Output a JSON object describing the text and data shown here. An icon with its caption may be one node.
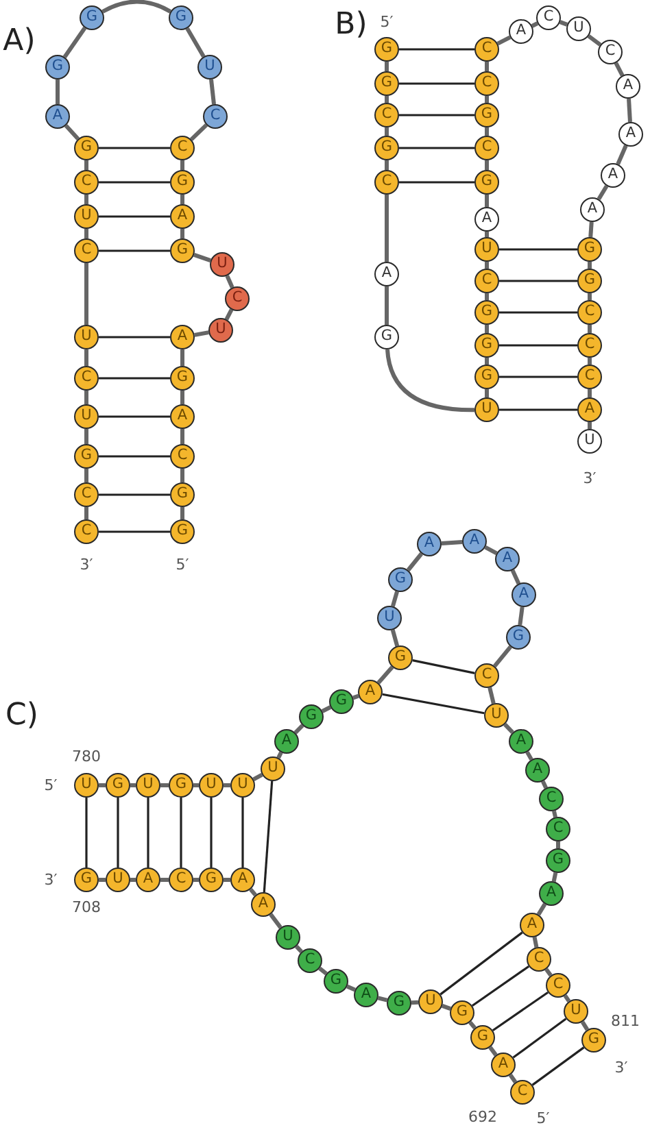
{
  "diagram": {
    "nodes": [
      {
        "text": [
          "G"
        ]
      },
      {
        "text": [
          "G"
        ]
      },
      {
        "text": [
          "C"
        ]
      },
      {
        "text": [
          "A"
        ]
      },
      {
        "text": [
          "G"
        ]
      },
      {
        "text": [
          "A"
        ]
      },
      {
        "text": [
          "U"
        ]
      },
      {
        "text": [
          "C"
        ]
      },
      {
        "text": [
          "U"
        ]
      },
      {
        "text": [
          "G"
        ]
      },
      {
        "text": [
          "A"
        ]
      },
      {
        "text": [
          "G"
        ]
      },
      {
        "text": [
          "C"
        ]
      },
      {
        "text": [
          "C"
        ]
      },
      {
        "text": [
          "U"
        ]
      },
      {
        "text": [
          "G"
        ]
      },
      {
        "text": [
          "G"
        ]
      },
      {
        "text": [
          "G"
        ]
      },
      {
        "text": [
          "A"
        ]
      },
      {
        "text": [
          "G"
        ]
      },
      {
        "text": [
          "C"
        ]
      },
      {
        "text": [
          "U"
        ]
      },
      {
        "text": [
          "C"
        ]
      },
      {
        "text": [
          "U"
        ]
      },
      {
        "text": [
          "C"
        ]
      },
      {
        "text": [
          "U"
        ]
      },
      {
        "text": [
          "G"
        ]
      },
      {
        "text": [
          "C"
        ]
      },
      {
        "text": [
          "C"
        ]
      },
      {
        "text": [
          "G"
        ]
      },
      {
        "text": [
          "G"
        ]
      },
      {
        "text": [
          "C"
        ]
      },
      {
        "text": [
          "G"
        ]
      },
      {
        "text": [
          "C"
        ]
      },
      {
        "text": [
          "A"
        ]
      },
      {
        "text": [
          "G"
        ]
      },
      {
        "text": [
          "U"
        ]
      },
      {
        "text": [
          "G"
        ]
      },
      {
        "text": [
          "G"
        ]
      },
      {
        "text": [
          "G"
        ]
      },
      {
        "text": [
          "C"
        ]
      },
      {
        "text": [
          "U"
        ]
      },
      {
        "text": [
          "A"
        ]
      },
      {
        "text": [
          "G"
        ]
      },
      {
        "text": [
          "C"
        ]
      },
      {
        "text": [
          "G"
        ]
      },
      {
        "text": [
          "C"
        ]
      },
      {
        "text": [
          "C"
        ]
      },
      {
        "text": [
          "A"
        ]
      },
      {
        "text": [
          "C"
        ]
      },
      {
        "text": [
          "U"
        ]
      },
      {
        "text": [
          "C"
        ]
      },
      {
        "text": [
          "A"
        ]
      },
      {
        "text": [
          "A"
        ]
      },
      {
        "text": [
          "A"
        ]
      },
      {
        "text": [
          "A"
        ]
      },
      {
        "text": [
          "G"
        ]
      },
      {
        "text": [
          "G"
        ]
      },
      {
        "text": [
          "C"
        ]
      },
      {
        "text": [
          "C"
        ]
      },
      {
        "text": [
          "C"
        ]
      },
      {
        "text": [
          "A"
        ]
      },
      {
        "text": [
          "U"
        ]
      },
      {
        "text": [
          "C"
        ]
      },
      {
        "text": [
          "A"
        ]
      },
      {
        "text": [
          "G"
        ]
      },
      {
        "text": [
          "G"
        ]
      },
      {
        "text": [
          "U"
        ]
      },
      {
        "text": [
          "G"
        ]
      },
      {
        "text": [
          "A"
        ]
      },
      {
        "text": [
          "G"
        ]
      },
      {
        "text": [
          "C"
        ]
      },
      {
        "text": [
          "U"
        ]
      },
      {
        "text": [
          "A"
        ]
      },
      {
        "text": [
          "A"
        ]
      },
      {
        "text": [
          "G"
        ]
      },
      {
        "text": [
          "C"
        ]
      },
      {
        "text": [
          "A"
        ]
      },
      {
        "text": [
          "U"
        ]
      },
      {
        "text": [
          "G"
        ]
      },
      {
        "text": [
          "U"
        ]
      },
      {
        "text": [
          "G"
        ]
      },
      {
        "text": [
          "U"
        ]
      },
      {
        "text": [
          "G"
        ]
      },
      {
        "text": [
          "U"
        ]
      },
      {
        "text": [
          "U"
        ]
      },
      {
        "text": [
          "U"
        ]
      },
      {
        "text": [
          "A"
        ]
      },
      {
        "text": [
          "G"
        ]
      },
      {
        "text": [
          "G"
        ]
      },
      {
        "text": [
          "A"
        ]
      },
      {
        "text": [
          "G"
        ]
      },
      {
        "text": [
          "U"
        ]
      },
      {
        "text": [
          "G"
        ]
      },
      {
        "text": [
          "A"
        ]
      },
      {
        "text": [
          "A"
        ]
      },
      {
        "text": [
          "A"
        ]
      },
      {
        "text": [
          "A"
        ]
      },
      {
        "text": [
          "G"
        ]
      },
      {
        "text": [
          "C"
        ]
      },
      {
        "text": [
          "U"
        ]
      },
      {
        "text": [
          "A"
        ]
      },
      {
        "text": [
          "A"
        ]
      },
      {
        "text": [
          "C"
        ]
      },
      {
        "text": [
          "C"
        ]
      },
      {
        "text": [
          "G"
        ]
      },
      {
        "text": [
          "A"
        ]
      },
      {
        "text": [
          "A"
        ]
      },
      {
        "text": [
          "C"
        ]
      },
      {
        "text": [
          "C"
        ]
      },
      {
        "text": [
          "U"
        ]
      },
      {
        "text": [
          "G"
        ]
      }
    ],
    "edges": [
      {
        "from": 0,
        "to": 1,
        "arrow": "none"
      },
      {
        "from": 1,
        "to": 2,
        "arrow": "none"
      },
      {
        "from": 2,
        "to": 3,
        "arrow": "none"
      },
      {
        "from": 3,
        "to": 4,
        "arrow": "none"
      },
      {
        "from": 4,
        "to": 5,
        "arrow": "none"
      },
      {
        "from": 5,
        "to": 6,
        "arrow": "none"
      },
      {
        "from": 6,
        "to": 7,
        "arrow": "none"
      },
      {
        "from": 7,
        "to": 8,
        "arrow": "none"
      },
      {
        "from": 8,
        "to": 9,
        "arrow": "none"
      },
      {
        "from": 9,
        "to": 10,
        "arrow": "none"
      },
      {
        "from": 10,
        "to": 11,
        "arrow": "none"
      },
      {
        "from": 11,
        "to": 12,
        "arrow": "none"
      },
      {
        "from": 12,
        "to": 13,
        "arrow": "none"
      },
      {
        "from": 13,
        "to": 14,
        "arrow": "none"
      },
      {
        "from": 14,
        "to": 15,
        "arrow": "none"
      },
      {
        "from": 15,
        "to": 16,
        "arrow": "none"
      },
      {
        "from": 16,
        "to": 17,
        "arrow": "none"
      },
      {
        "from": 17,
        "to": 18,
        "arrow": "none"
      },
      {
        "from": 18,
        "to": 19,
        "arrow": "none"
      },
      {
        "from": 19,
        "to": 20,
        "arrow": "none"
      },
      {
        "from": 20,
        "to": 21,
        "arrow": "none"
      },
      {
        "from": 21,
        "to": 22,
        "arrow": "none"
      },
      {
        "from": 22,
        "to": 23,
        "arrow": "none"
      },
      {
        "from": 23,
        "to": 24,
        "arrow": "none"
      },
      {
        "from": 24,
        "to": 25,
        "arrow": "none"
      },
      {
        "from": 25,
        "to": 26,
        "arrow": "none"
      },
      {
        "from": 26,
        "to": 27,
        "arrow": "none"
      },
      {
        "from": 27,
        "to": 28,
        "arrow": "none"
      },
      {
        "from": 19,
        "to": 12,
        "arrow": "none",
        "color": "#222222"
      },
      {
        "from": 20,
        "to": 11,
        "arrow": "none",
        "color": "#222222"
      },
      {
        "from": 21,
        "to": 10,
        "arrow": "none",
        "color": "#222222"
      },
      {
        "from": 22,
        "to": 9,
        "arrow": "none",
        "color": "#222222"
      },
      {
        "from": 23,
        "to": 5,
        "arrow": "none",
        "color": "#222222"
      },
      {
        "from": 24,
        "to": 4,
        "arrow": "none",
        "color": "#222222"
      },
      {
        "from": 25,
        "to": 3,
        "arrow": "none",
        "color": "#222222"
      },
      {
        "from": 26,
        "to": 2,
        "arrow": "none",
        "color": "#222222"
      },
      {
        "from": 27,
        "to": 1,
        "arrow": "none",
        "color": "#222222"
      },
      {
        "from": 28,
        "to": 0,
        "arrow": "none",
        "color": "#222222"
      },
      {
        "from": 29,
        "to": 30,
        "arrow": "none"
      },
      {
        "from": 30,
        "to": 31,
        "arrow": "none"
      },
      {
        "from": 31,
        "to": 32,
        "arrow": "none"
      },
      {
        "from": 32,
        "to": 33,
        "arrow": "none"
      },
      {
        "from": 33,
        "to": 34,
        "arrow": "none"
      },
      {
        "from": 34,
        "to": 35,
        "arrow": "none"
      },
      {
        "from": 35,
        "to": 36,
        "arrow": "none"
      },
      {
        "from": 36,
        "to": 37,
        "arrow": "none"
      },
      {
        "from": 37,
        "to": 38,
        "arrow": "none"
      },
      {
        "from": 38,
        "to": 39,
        "arrow": "none"
      },
      {
        "from": 39,
        "to": 40,
        "arrow": "none"
      },
      {
        "from": 40,
        "to": 41,
        "arrow": "none"
      },
      {
        "from": 41,
        "to": 42,
        "arrow": "none"
      },
      {
        "from": 42,
        "to": 43,
        "arrow": "none"
      },
      {
        "from": 43,
        "to": 44,
        "arrow": "none"
      },
      {
        "from": 44,
        "to": 45,
        "arrow": "none"
      },
      {
        "from": 45,
        "to": 46,
        "arrow": "none"
      },
      {
        "from": 46,
        "to": 47,
        "arrow": "none"
      },
      {
        "from": 47,
        "to": 48,
        "arrow": "none"
      },
      {
        "from": 48,
        "to": 49,
        "arrow": "none"
      },
      {
        "from": 49,
        "to": 50,
        "arrow": "none"
      },
      {
        "from": 50,
        "to": 51,
        "arrow": "none"
      },
      {
        "from": 51,
        "to": 52,
        "arrow": "none"
      },
      {
        "from": 52,
        "to": 53,
        "arrow": "none"
      },
      {
        "from": 53,
        "to": 54,
        "arrow": "none"
      },
      {
        "from": 54,
        "to": 55,
        "arrow": "none"
      },
      {
        "from": 55,
        "to": 56,
        "arrow": "none"
      },
      {
        "from": 56,
        "to": 57,
        "arrow": "none"
      },
      {
        "from": 57,
        "to": 58,
        "arrow": "none"
      },
      {
        "from": 58,
        "to": 59,
        "arrow": "none"
      },
      {
        "from": 59,
        "to": 60,
        "arrow": "none"
      },
      {
        "from": 60,
        "to": 61,
        "arrow": "none"
      },
      {
        "from": 61,
        "to": 62,
        "arrow": "none"
      },
      {
        "from": 29,
        "to": 47,
        "arrow": "none",
        "color": "#222222"
      },
      {
        "from": 30,
        "to": 46,
        "arrow": "none",
        "color": "#222222"
      },
      {
        "from": 31,
        "to": 45,
        "arrow": "none",
        "color": "#222222"
      },
      {
        "from": 32,
        "to": 44,
        "arrow": "none",
        "color": "#222222"
      },
      {
        "from": 33,
        "to": 43,
        "arrow": "none",
        "color": "#222222"
      },
      {
        "from": 41,
        "to": 56,
        "arrow": "none",
        "color": "#222222"
      },
      {
        "from": 40,
        "to": 57,
        "arrow": "none",
        "color": "#222222"
      },
      {
        "from": 39,
        "to": 58,
        "arrow": "none",
        "color": "#222222"
      },
      {
        "from": 38,
        "to": 59,
        "arrow": "none",
        "color": "#222222"
      },
      {
        "from": 37,
        "to": 60,
        "arrow": "none",
        "color": "#222222"
      },
      {
        "from": 36,
        "to": 61,
        "arrow": "none",
        "color": "#222222"
      },
      {
        "from": 63,
        "to": 64,
        "arrow": "none"
      },
      {
        "from": 64,
        "to": 65,
        "arrow": "none"
      },
      {
        "from": 65,
        "to": 66,
        "arrow": "none"
      },
      {
        "from": 66,
        "to": 67,
        "arrow": "none"
      },
      {
        "from": 67,
        "to": 68,
        "arrow": "none"
      },
      {
        "from": 68,
        "to": 69,
        "arrow": "none"
      },
      {
        "from": 69,
        "to": 70,
        "arrow": "none"
      },
      {
        "from": 70,
        "to": 71,
        "arrow": "none"
      },
      {
        "from": 71,
        "to": 72,
        "arrow": "none"
      },
      {
        "from": 72,
        "to": 73,
        "arrow": "none"
      },
      {
        "from": 73,
        "to": 74,
        "arrow": "none"
      },
      {
        "from": 74,
        "to": 75,
        "arrow": "none"
      },
      {
        "from": 75,
        "to": 76,
        "arrow": "none"
      },
      {
        "from": 76,
        "to": 77,
        "arrow": "none"
      },
      {
        "from": 77,
        "to": 78,
        "arrow": "none"
      },
      {
        "from": 78,
        "to": 79,
        "arrow": "none"
      },
      {
        "from": 80,
        "to": 81,
        "arrow": "none"
      },
      {
        "from": 81,
        "to": 82,
        "arrow": "none"
      },
      {
        "from": 82,
        "to": 83,
        "arrow": "none"
      },
      {
        "from": 83,
        "to": 84,
        "arrow": "none"
      },
      {
        "from": 84,
        "to": 85,
        "arrow": "none"
      },
      {
        "from": 85,
        "to": 86,
        "arrow": "none"
      },
      {
        "from": 86,
        "to": 87,
        "arrow": "none"
      },
      {
        "from": 87,
        "to": 88,
        "arrow": "none"
      },
      {
        "from": 88,
        "to": 89,
        "arrow": "none"
      },
      {
        "from": 89,
        "to": 90,
        "arrow": "none"
      },
      {
        "from": 90,
        "to": 91,
        "arrow": "none"
      },
      {
        "from": 91,
        "to": 92,
        "arrow": "none"
      },
      {
        "from": 92,
        "to": 93,
        "arrow": "none"
      },
      {
        "from": 93,
        "to": 94,
        "arrow": "none"
      },
      {
        "from": 94,
        "to": 95,
        "arrow": "none"
      },
      {
        "from": 95,
        "to": 96,
        "arrow": "none"
      },
      {
        "from": 96,
        "to": 97,
        "arrow": "none"
      },
      {
        "from": 97,
        "to": 98,
        "arrow": "none"
      },
      {
        "from": 98,
        "to": 99,
        "arrow": "none"
      },
      {
        "from": 99,
        "to": 100,
        "arrow": "none"
      },
      {
        "from": 100,
        "to": 101,
        "arrow": "none"
      },
      {
        "from": 101,
        "to": 102,
        "arrow": "none"
      },
      {
        "from": 102,
        "to": 103,
        "arrow": "none"
      },
      {
        "from": 103,
        "to": 104,
        "arrow": "none"
      },
      {
        "from": 104,
        "to": 105,
        "arrow": "none"
      },
      {
        "from": 105,
        "to": 106,
        "arrow": "none"
      },
      {
        "from": 106,
        "to": 107,
        "arrow": "none"
      },
      {
        "from": 107,
        "to": 108,
        "arrow": "none"
      },
      {
        "from": 108,
        "to": 109,
        "arrow": "none"
      },
      {
        "from": 109,
        "to": 110,
        "arrow": "none"
      },
      {
        "from": 110,
        "to": 111,
        "arrow": "none"
      },
      {
        "from": 80,
        "to": 79,
        "arrow": "none",
        "color": "#222222"
      },
      {
        "from": 81,
        "to": 78,
        "arrow": "none",
        "color": "#222222"
      },
      {
        "from": 82,
        "to": 77,
        "arrow": "none",
        "color": "#222222"
      },
      {
        "from": 83,
        "to": 76,
        "arrow": "none",
        "color": "#222222"
      },
      {
        "from": 84,
        "to": 75,
        "arrow": "none",
        "color": "#222222"
      },
      {
        "from": 85,
        "to": 74,
        "arrow": "none",
        "color": "#222222"
      },
      {
        "from": 86,
        "to": 73,
        "arrow": "none",
        "color": "#222222"
      },
      {
        "from": 91,
        "to": 99,
        "arrow": "none",
        "color": "#222222"
      },
      {
        "from": 90,
        "to": 100,
        "arrow": "none",
        "color": "#222222"
      },
      {
        "from": 107,
        "to": 67,
        "arrow": "none",
        "color": "#222222"
      },
      {
        "from": 108,
        "to": 66,
        "arrow": "none",
        "color": "#222222"
      },
      {
        "from": 109,
        "to": 65,
        "arrow": "none",
        "color": "#222222"
      },
      {
        "from": 110,
        "to": 64,
        "arrow": "none",
        "color": "#222222"
      },
      {
        "from": 111,
        "to": 63,
        "arrow": "none",
        "color": "#222222"
      }
    ],
    "labels": [
      "A)",
      "3′",
      "5′",
      "B)",
      "5′",
      "3′",
      "C)",
      "780",
      "5′",
      "3′",
      "708",
      "811",
      "3′",
      "692",
      "5′"
    ]
  }
}
